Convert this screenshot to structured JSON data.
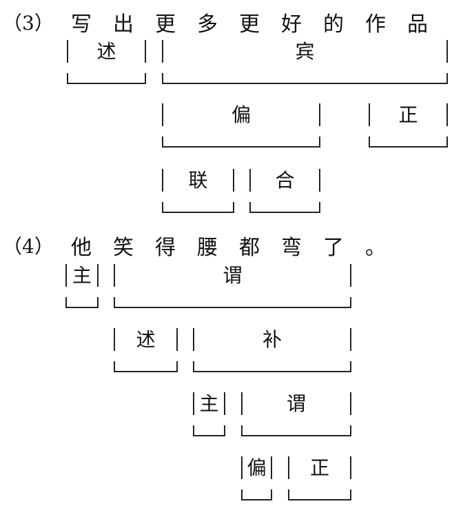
{
  "examples": [
    {
      "number": "（3）",
      "sentence": "写出更多更好的作品",
      "labels": [
        "述",
        "宾",
        "偏",
        "正",
        "联",
        "合"
      ]
    },
    {
      "number": "（4）",
      "sentence": "他笑得腰都弯了。",
      "labels": [
        "主",
        "谓",
        "述",
        "补",
        "主",
        "谓",
        "偏",
        "正"
      ]
    }
  ]
}
